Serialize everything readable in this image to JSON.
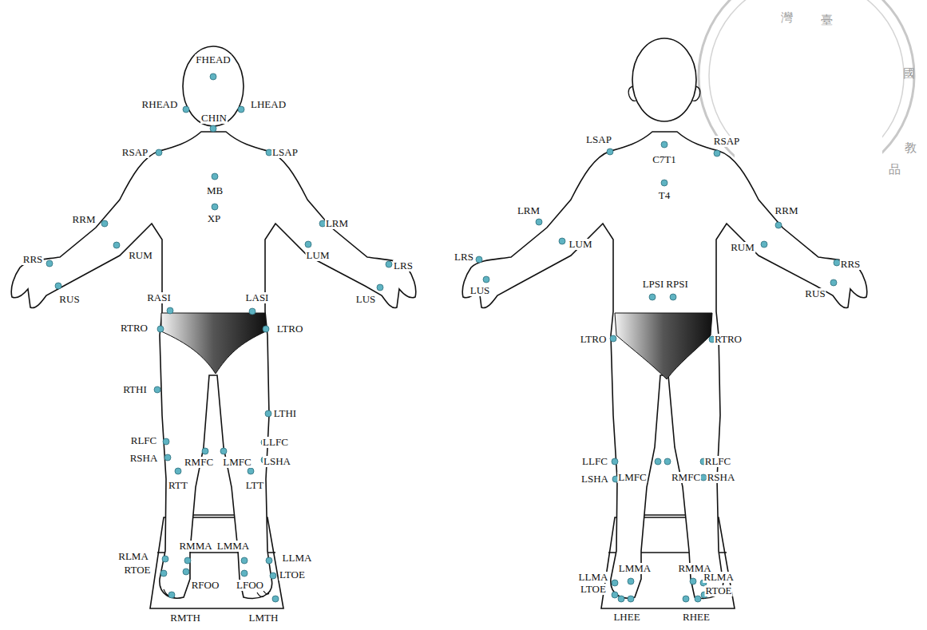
{
  "diagram": {
    "labels": [
      "FHEAD",
      "RHEAD",
      "LHEAD",
      "CHIN",
      "RSAP",
      "LSAP",
      "MB",
      "XP",
      "RRM",
      "LRM",
      "RUM",
      "LUM",
      "RRS",
      "LRS",
      "RUS",
      "LUS",
      "RASI",
      "LASI",
      "RTRO",
      "LTRO",
      "RTHI",
      "LTHI",
      "RLFC",
      "LLFC",
      "RSHA",
      "LSHA",
      "RMFC",
      "LMFC",
      "RTT",
      "LTT",
      "RLMA",
      "RMMA",
      "LMMA",
      "LLMA",
      "RTOE",
      "LTOE",
      "RFOO",
      "LFOO",
      "RMTH",
      "LMTH",
      "LSAP",
      "C7T1",
      "RSAP",
      "T4",
      "LRM",
      "RRM",
      "LUM",
      "RUM",
      "LRS",
      "RRS",
      "LUS",
      "RUS",
      "LPSI",
      "RPSI",
      "LTRO",
      "RTRO",
      "LLFC",
      "LSHA",
      "LMFC",
      "RMFC",
      "RLFC",
      "RSHA",
      "LLMA",
      "LTOE",
      "LMMA",
      "RMMA",
      "RLMA",
      "RTOE",
      "LHEE",
      "RHEE",
      "灣",
      "臺",
      "國",
      "教",
      "品"
    ]
  }
}
